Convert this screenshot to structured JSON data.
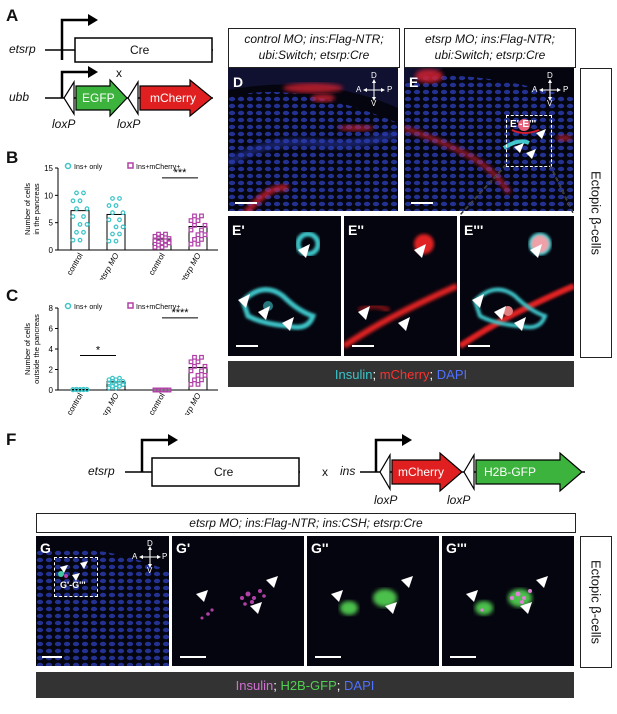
{
  "panels": {
    "A": "A",
    "B": "B",
    "C": "C",
    "D": "D",
    "E": "E",
    "E1": "E'",
    "E2": "E''",
    "E3": "E'''",
    "Ebox": "E'-E'''",
    "F": "F",
    "G": "G",
    "G1": "G'",
    "G2": "G''",
    "G3": "G'''",
    "Gbox": "G'-G'''"
  },
  "constructA": {
    "etsrp": "etsrp",
    "cre": "Cre",
    "cross": "x",
    "ubb": "ubb",
    "egfp": "EGFP",
    "mcherry": "mCherry",
    "loxp1": "loxP",
    "loxp2": "loxP"
  },
  "constructF": {
    "etsrp": "etsrp",
    "cre": "Cre",
    "cross": "x",
    "ins": "ins",
    "mcherry": "mCherry",
    "h2bgfp": "H2B-GFP",
    "loxp1": "loxP",
    "loxp2": "loxP"
  },
  "headers": {
    "D_line1": "control MO; ins:Flag-NTR;",
    "D_line2": "ubi:Switch; etsrp:Cre",
    "E_line1": "etsrp MO; ins:Flag-NTR;",
    "E_line2": "ubi:Switch; etsrp:Cre",
    "G": "etsrp MO; ins:Flag-NTR; ins:CSH; etsrp:Cre"
  },
  "side": {
    "E": "Ectopic β-cells",
    "G": "Ectopic β-cells"
  },
  "legendE": {
    "insulin": "Insulin",
    "sep1": "; ",
    "mcherry": "mCherry",
    "sep2": "; ",
    "dapi": "DAPI"
  },
  "legendG": {
    "insulin": "Insulin",
    "sep1": "; ",
    "h2bgfp": "H2B-GFP",
    "sep2": "; ",
    "dapi": "DAPI"
  },
  "compass": {
    "d": "D",
    "v": "V",
    "a": "A",
    "p": "P"
  },
  "colors": {
    "cyan": "#3cc4c8",
    "magenta": "#b040a8",
    "mcherry": "#e02020",
    "egfp": "#3cb33c",
    "dapi": "#2a3ab0"
  },
  "chart_data": [
    {
      "type": "bar",
      "ylabel": "Number of cells in the pancreas",
      "ylim": [
        0,
        15
      ],
      "yticks": [
        "0",
        "5",
        "10",
        "15"
      ],
      "categories": [
        "control",
        "etsrp MO",
        "control",
        "etsrp MO"
      ],
      "legend": [
        "Ins+ only",
        "Ins+mCherry+"
      ],
      "series": [
        {
          "name": "Ins+ only",
          "values": [
            7.2,
            6.5
          ]
        },
        {
          "name": "Ins+mCherry+",
          "values": [
            2.0,
            4.3
          ]
        }
      ],
      "significance": "***"
    },
    {
      "type": "bar",
      "ylabel": "Number of cells outside the pancreas",
      "ylim": [
        0,
        8
      ],
      "yticks": [
        "0",
        "2",
        "4",
        "6",
        "8"
      ],
      "categories": [
        "control",
        "etsrp MO",
        "control",
        "etsrp MO"
      ],
      "legend": [
        "Ins+ only",
        "Ins+mCherry+"
      ],
      "series": [
        {
          "name": "Ins+ only",
          "values": [
            0.05,
            0.8
          ]
        },
        {
          "name": "Ins+mCherry+",
          "values": [
            0.0,
            2.2
          ]
        }
      ],
      "significance": [
        "*",
        "****"
      ]
    }
  ]
}
